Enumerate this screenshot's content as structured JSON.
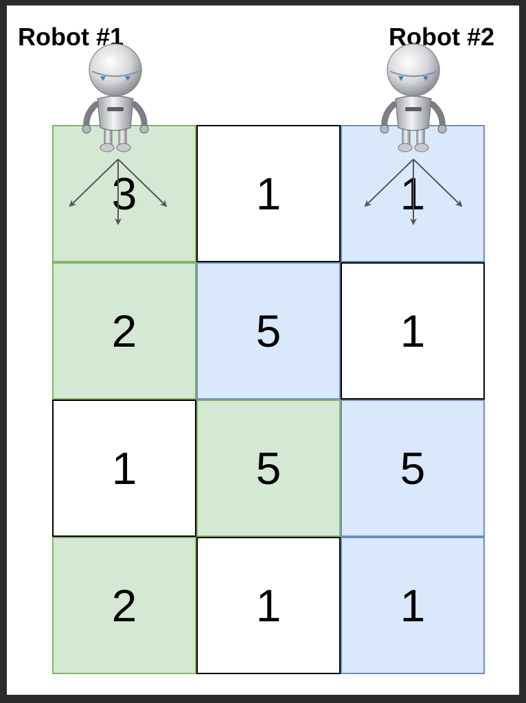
{
  "robots": [
    {
      "label": "Robot #1",
      "color": "#d5e8d4"
    },
    {
      "label": "Robot #2",
      "color": "#dae8fc"
    }
  ],
  "grid": {
    "rows": 4,
    "cols": 3,
    "values": [
      [
        "3",
        "1",
        "1"
      ],
      [
        "2",
        "5",
        "1"
      ],
      [
        "1",
        "5",
        "5"
      ],
      [
        "2",
        "1",
        "1"
      ]
    ],
    "highlight": [
      [
        "green",
        "white",
        "blue"
      ],
      [
        "green",
        "blue",
        "white"
      ],
      [
        "white",
        "green",
        "blue"
      ],
      [
        "green",
        "white",
        "blue"
      ]
    ]
  },
  "colors": {
    "green_fill": "#d5e8d4",
    "green_border": "#82b366",
    "blue_fill": "#dae8fc",
    "blue_border": "#6c8ebf",
    "arrow": "#555555"
  },
  "icons": [
    "robot-icon",
    "arrow-down-left-icon",
    "arrow-down-icon",
    "arrow-down-right-icon"
  ]
}
